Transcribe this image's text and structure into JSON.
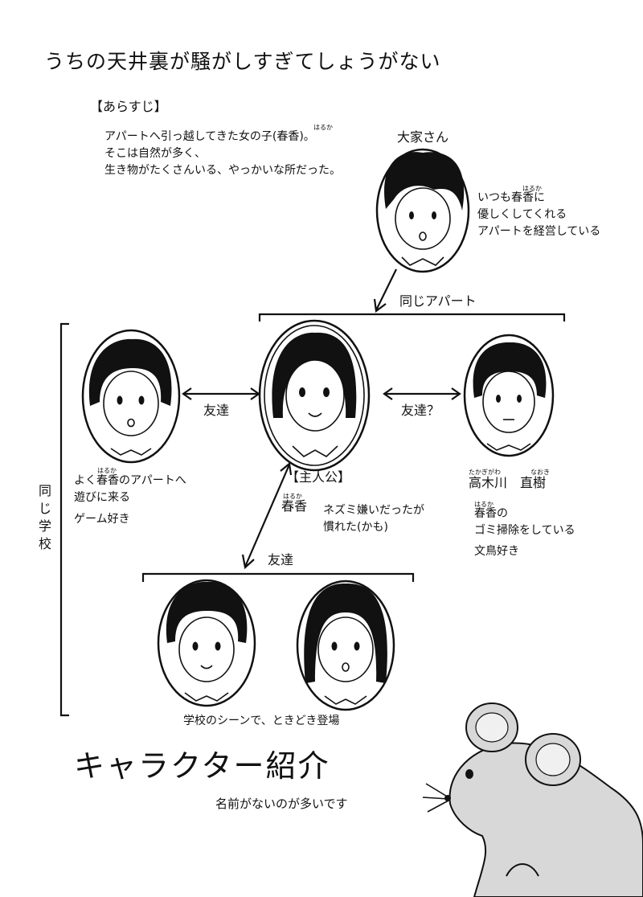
{
  "title": "うちの天井裏が騒がしすぎてしょうがない",
  "synopsis": {
    "heading": "【あらすじ】",
    "lines": [
      "アパートへ引っ越してきた女の子(春香)。",
      "そこは自然が多く、",
      "生き物がたくさんいる、やっかいな所だった。"
    ],
    "ruby": "はるか"
  },
  "landlady": {
    "name": "大家さん",
    "desc": [
      "いつも春香に",
      "優しくしてくれる",
      "アパートを経営している"
    ],
    "ruby": "はるか"
  },
  "relations": {
    "same_apartment": "同じアパート",
    "same_school": [
      "同",
      "じ",
      "学",
      "校"
    ],
    "friend_left": "友達",
    "friend_right": "友達？",
    "friend_bottom": "友達"
  },
  "left_friend": {
    "lines": [
      "よく春香のアパートへ",
      "遊びに来る"
    ],
    "hobby": "ゲーム好き",
    "ruby": "はるか"
  },
  "protagonist": {
    "tag": "【主人公】",
    "name": "春香",
    "ruby": "はるか",
    "desc": [
      "ネズミ嫌いだったが",
      "慣れた(かも)"
    ]
  },
  "takagi": {
    "name": "高木川　直樹",
    "ruby_family": "たかぎがわ",
    "ruby_given": "なおき",
    "desc": [
      "春香の",
      "ゴミ掃除をしている"
    ],
    "hobby": "文鳥好き",
    "ruby": "はるか"
  },
  "school_note": "学校のシーンで、ときどき登場",
  "footer": {
    "heading": "キャラクター紹介",
    "sub": "名前がないのが多いです"
  }
}
